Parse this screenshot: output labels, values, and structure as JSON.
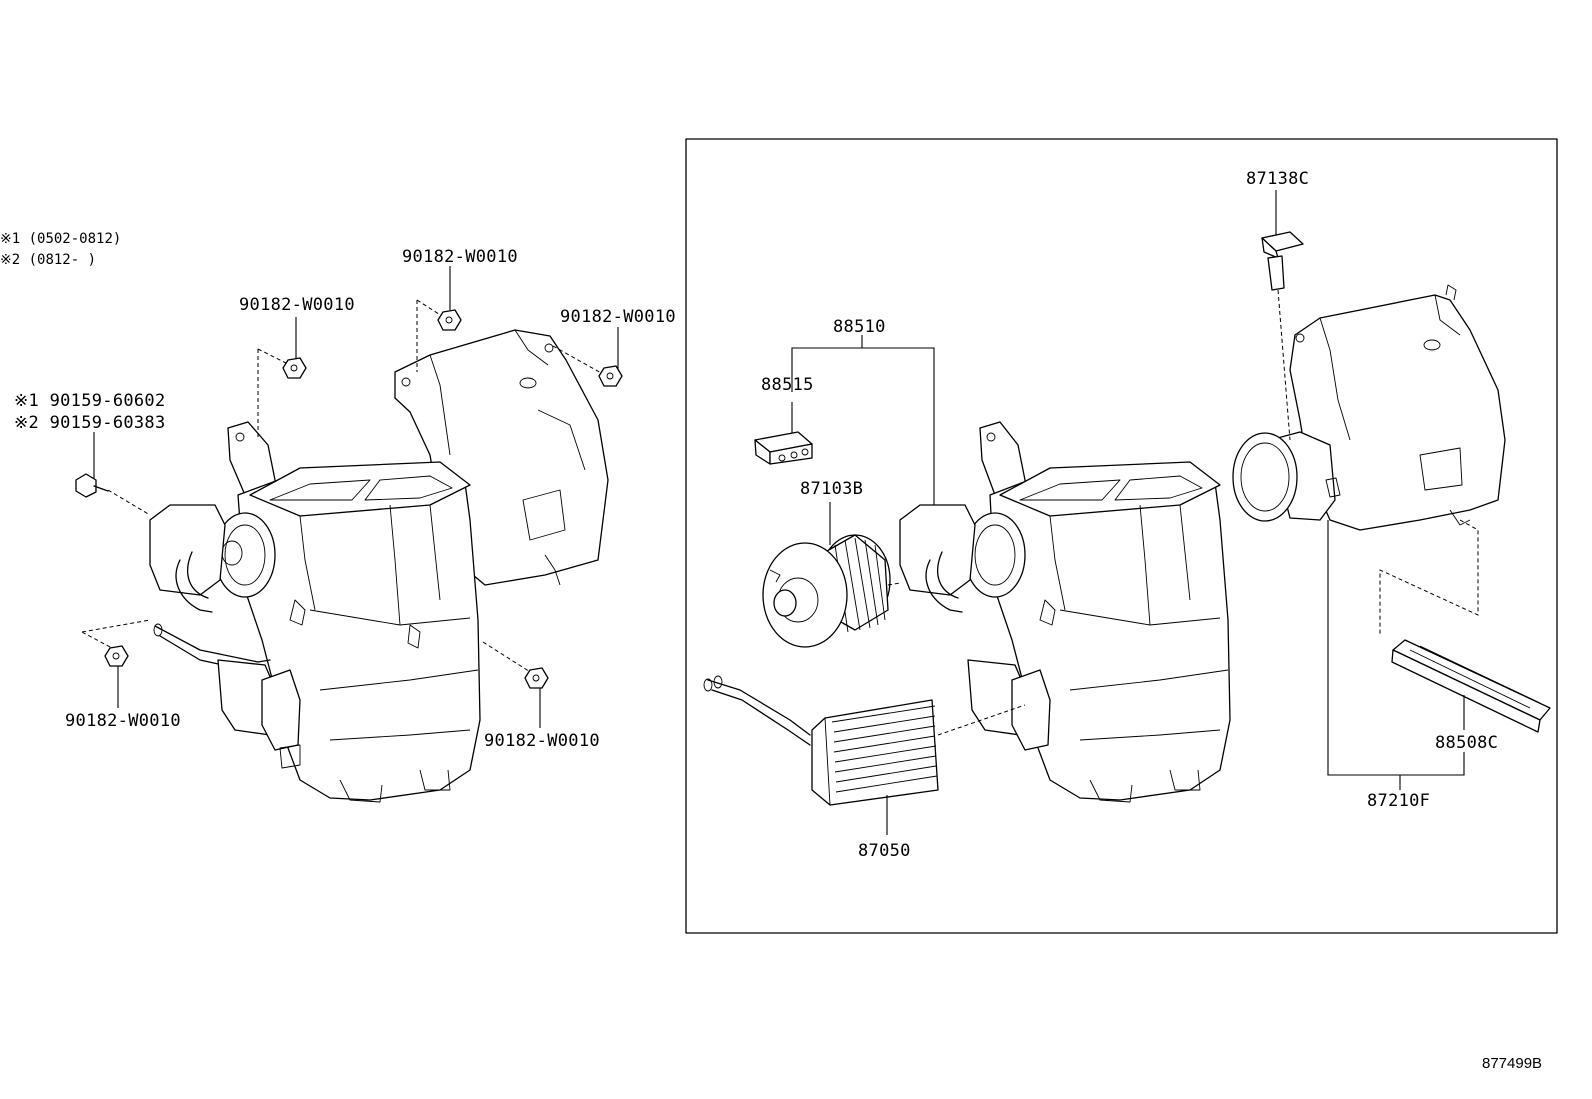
{
  "notes": {
    "note1": "※1 (0502-0812)",
    "note2": "※2 (0812-      )"
  },
  "left_labels": {
    "nut_top_center": "90182-W0010",
    "nut_top_left": "90182-W0010",
    "nut_top_right": "90182-W0010",
    "bolt_1": "※1 90159-60602",
    "bolt_2": "※2 90159-60383",
    "nut_bottom_left": "90182-W0010",
    "nut_bottom_right": "90182-W0010"
  },
  "right_labels": {
    "resistor": "87138C",
    "motor_assy": "88510",
    "connector": "88515",
    "blower_motor": "87103B",
    "heater_core": "87050",
    "filter": "88508C",
    "blower_assy": "87210F"
  },
  "figure_id": "877499B"
}
